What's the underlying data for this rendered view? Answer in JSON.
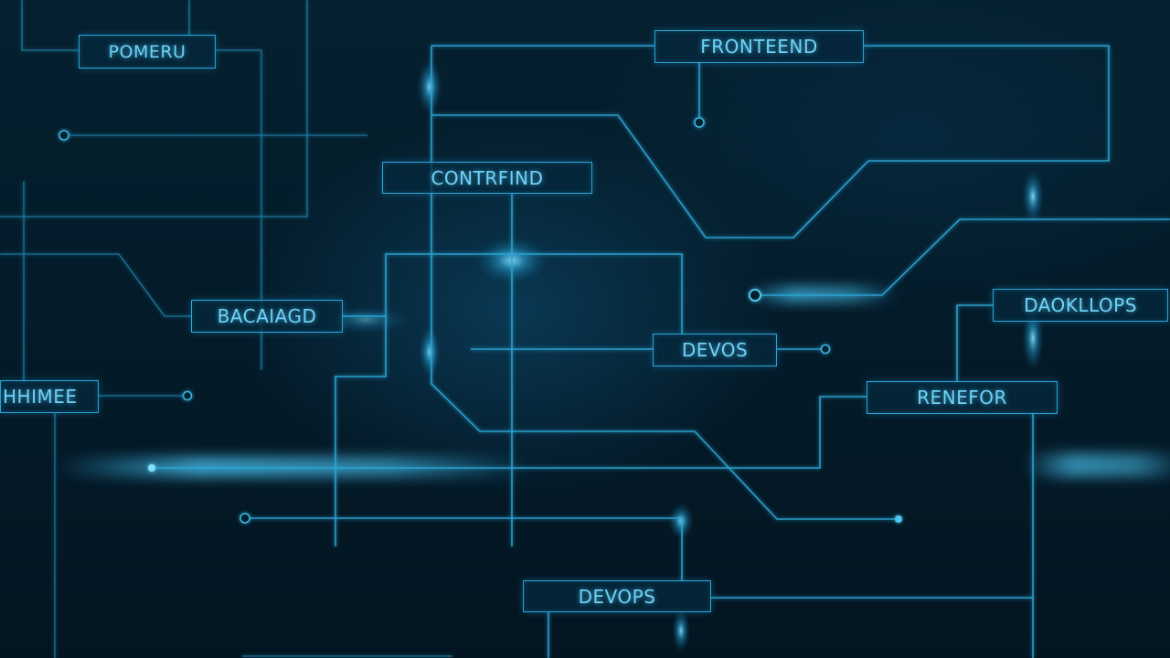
{
  "diagram": {
    "nodes": [
      {
        "id": "n1",
        "label": "POMERU"
      },
      {
        "id": "n2",
        "label": "FRONTEEND"
      },
      {
        "id": "n3",
        "label": "CONTRFIND"
      },
      {
        "id": "n4",
        "label": "BACAIAGD"
      },
      {
        "id": "n5",
        "label": "DEVOS"
      },
      {
        "id": "n6",
        "label": "DAOKLLOPS"
      },
      {
        "id": "n7",
        "label": "RENEFOR"
      },
      {
        "id": "n8",
        "label": "HHIMEE"
      },
      {
        "id": "n9",
        "label": "DEVOPS"
      }
    ],
    "colors": {
      "background": "#041a28",
      "trace": "#2ea6d6",
      "glow": "#3fc8ff",
      "label_text": "#6fd2f4"
    }
  }
}
